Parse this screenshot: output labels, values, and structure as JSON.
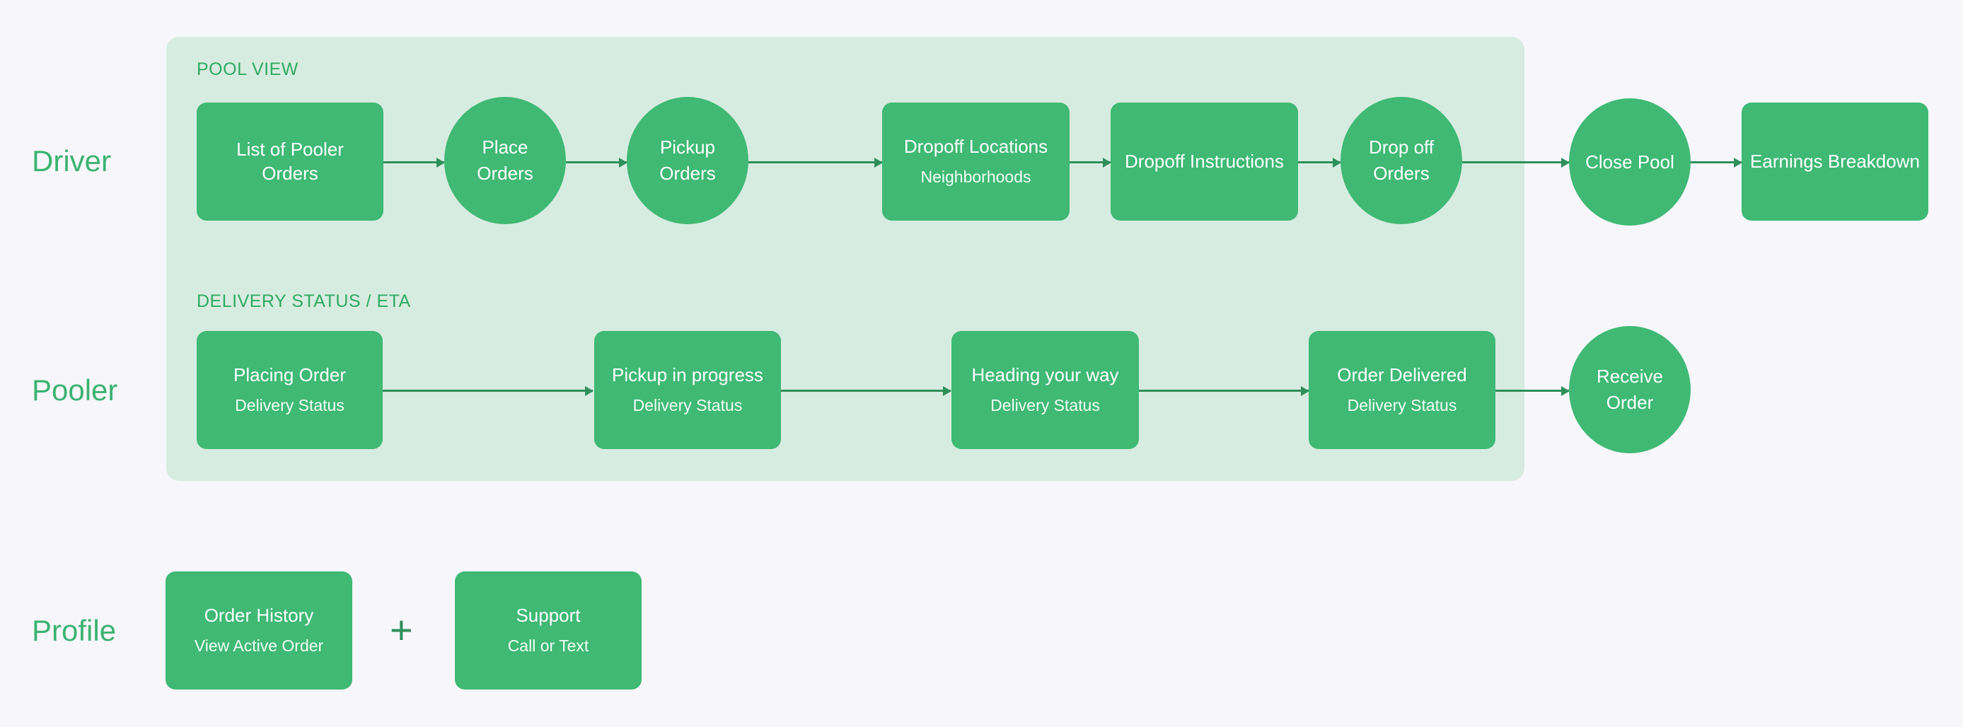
{
  "colors": {
    "page_background": "#f7f7fb",
    "panel_background": "#d7ece0",
    "node_fill": "#3fb974",
    "node_text": "#ffffff",
    "accent_green": "#3cb371",
    "caption_green": "#2faa63",
    "connector_green": "#2f8f5b"
  },
  "panel": {
    "name": "pool-and-delivery-panel"
  },
  "sections": [
    {
      "caption": "POOL VIEW"
    },
    {
      "caption": "DELIVERY STATUS / ETA"
    }
  ],
  "rows": [
    {
      "label": "Driver"
    },
    {
      "label": "Pooler"
    },
    {
      "label": "Profile"
    }
  ],
  "driver_flow": [
    {
      "id": "list-of-pooler-orders",
      "shape": "rect",
      "title": "List of Pooler\nOrders",
      "sub": ""
    },
    {
      "id": "place-orders",
      "shape": "ellipse",
      "title": "Place\nOrders",
      "sub": ""
    },
    {
      "id": "pickup-orders",
      "shape": "ellipse",
      "title": "Pickup\nOrders",
      "sub": ""
    },
    {
      "id": "dropoff-locations",
      "shape": "rect",
      "title": "Dropoff Locations",
      "sub": "Neighborhoods"
    },
    {
      "id": "dropoff-instructions",
      "shape": "rect",
      "title": "Dropoff Instructions",
      "sub": ""
    },
    {
      "id": "drop-off-orders",
      "shape": "ellipse",
      "title": "Drop off\nOrders",
      "sub": ""
    },
    {
      "id": "close-pool",
      "shape": "ellipse",
      "title": "Close Pool",
      "sub": ""
    },
    {
      "id": "earnings-breakdown",
      "shape": "rect",
      "title": "Earnings Breakdown",
      "sub": ""
    }
  ],
  "pooler_flow": [
    {
      "id": "placing-order",
      "shape": "rect",
      "title": "Placing Order",
      "sub": "Delivery Status"
    },
    {
      "id": "pickup-in-progress",
      "shape": "rect",
      "title": "Pickup in progress",
      "sub": "Delivery Status"
    },
    {
      "id": "heading-your-way",
      "shape": "rect",
      "title": "Heading your way",
      "sub": "Delivery Status"
    },
    {
      "id": "order-delivered",
      "shape": "rect",
      "title": "Order Delivered",
      "sub": "Delivery Status"
    },
    {
      "id": "receive-order",
      "shape": "ellipse",
      "title": "Receive\nOrder",
      "sub": ""
    }
  ],
  "profile_flow": [
    {
      "id": "order-history",
      "shape": "rect",
      "title": "Order History",
      "sub": "View Active Order"
    },
    {
      "id": "support",
      "shape": "rect",
      "title": "Support",
      "sub": "Call or Text"
    }
  ],
  "profile_operator": "+"
}
